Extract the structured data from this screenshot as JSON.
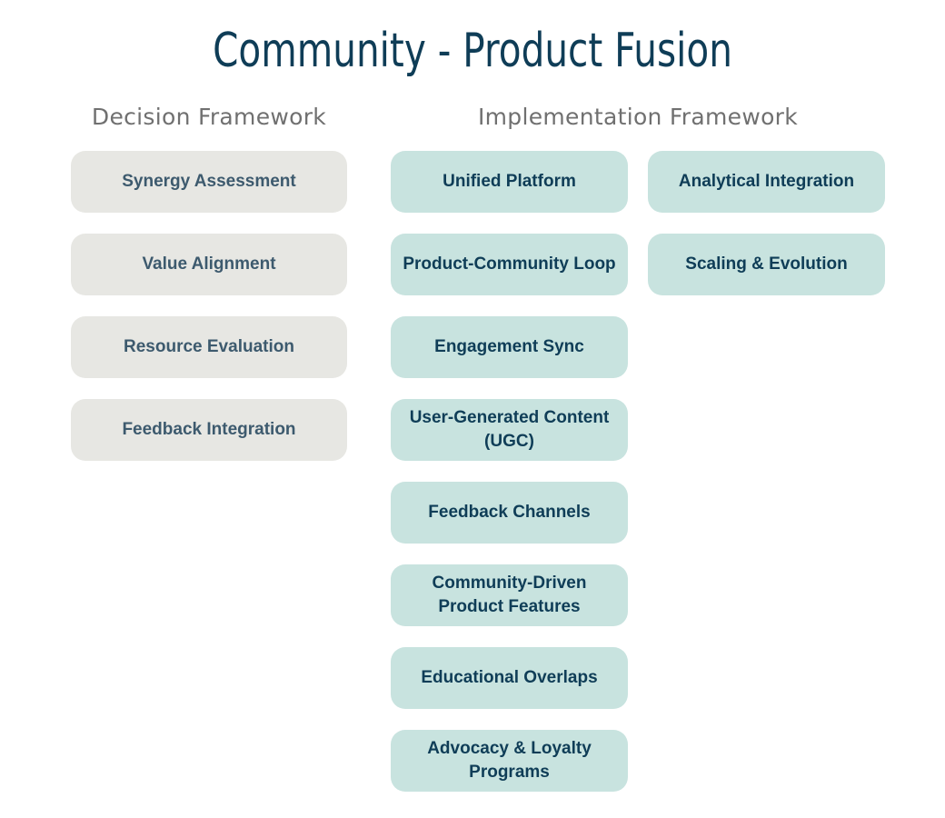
{
  "title": "Community - Product Fusion",
  "decision_framework": {
    "heading": "Decision Framework",
    "items": [
      "Synergy Assessment",
      "Value Alignment",
      "Resource Evaluation",
      "Feedback Integration"
    ]
  },
  "implementation_framework": {
    "heading": "Implementation Framework",
    "column_a": [
      "Unified Platform",
      "Product-Community Loop",
      "Engagement Sync",
      "User-Generated Content (UGC)",
      "Feedback Channels",
      "Community-Driven Product Features",
      "Educational Overlaps",
      "Advocacy & Loyalty Programs"
    ],
    "column_b": [
      "Analytical Integration",
      "Scaling & Evolution"
    ]
  },
  "colors": {
    "title": "#0f3d57",
    "decision_card": "#e7e7e3",
    "implementation_card": "#c8e3df",
    "heading_gray": "#707070"
  }
}
